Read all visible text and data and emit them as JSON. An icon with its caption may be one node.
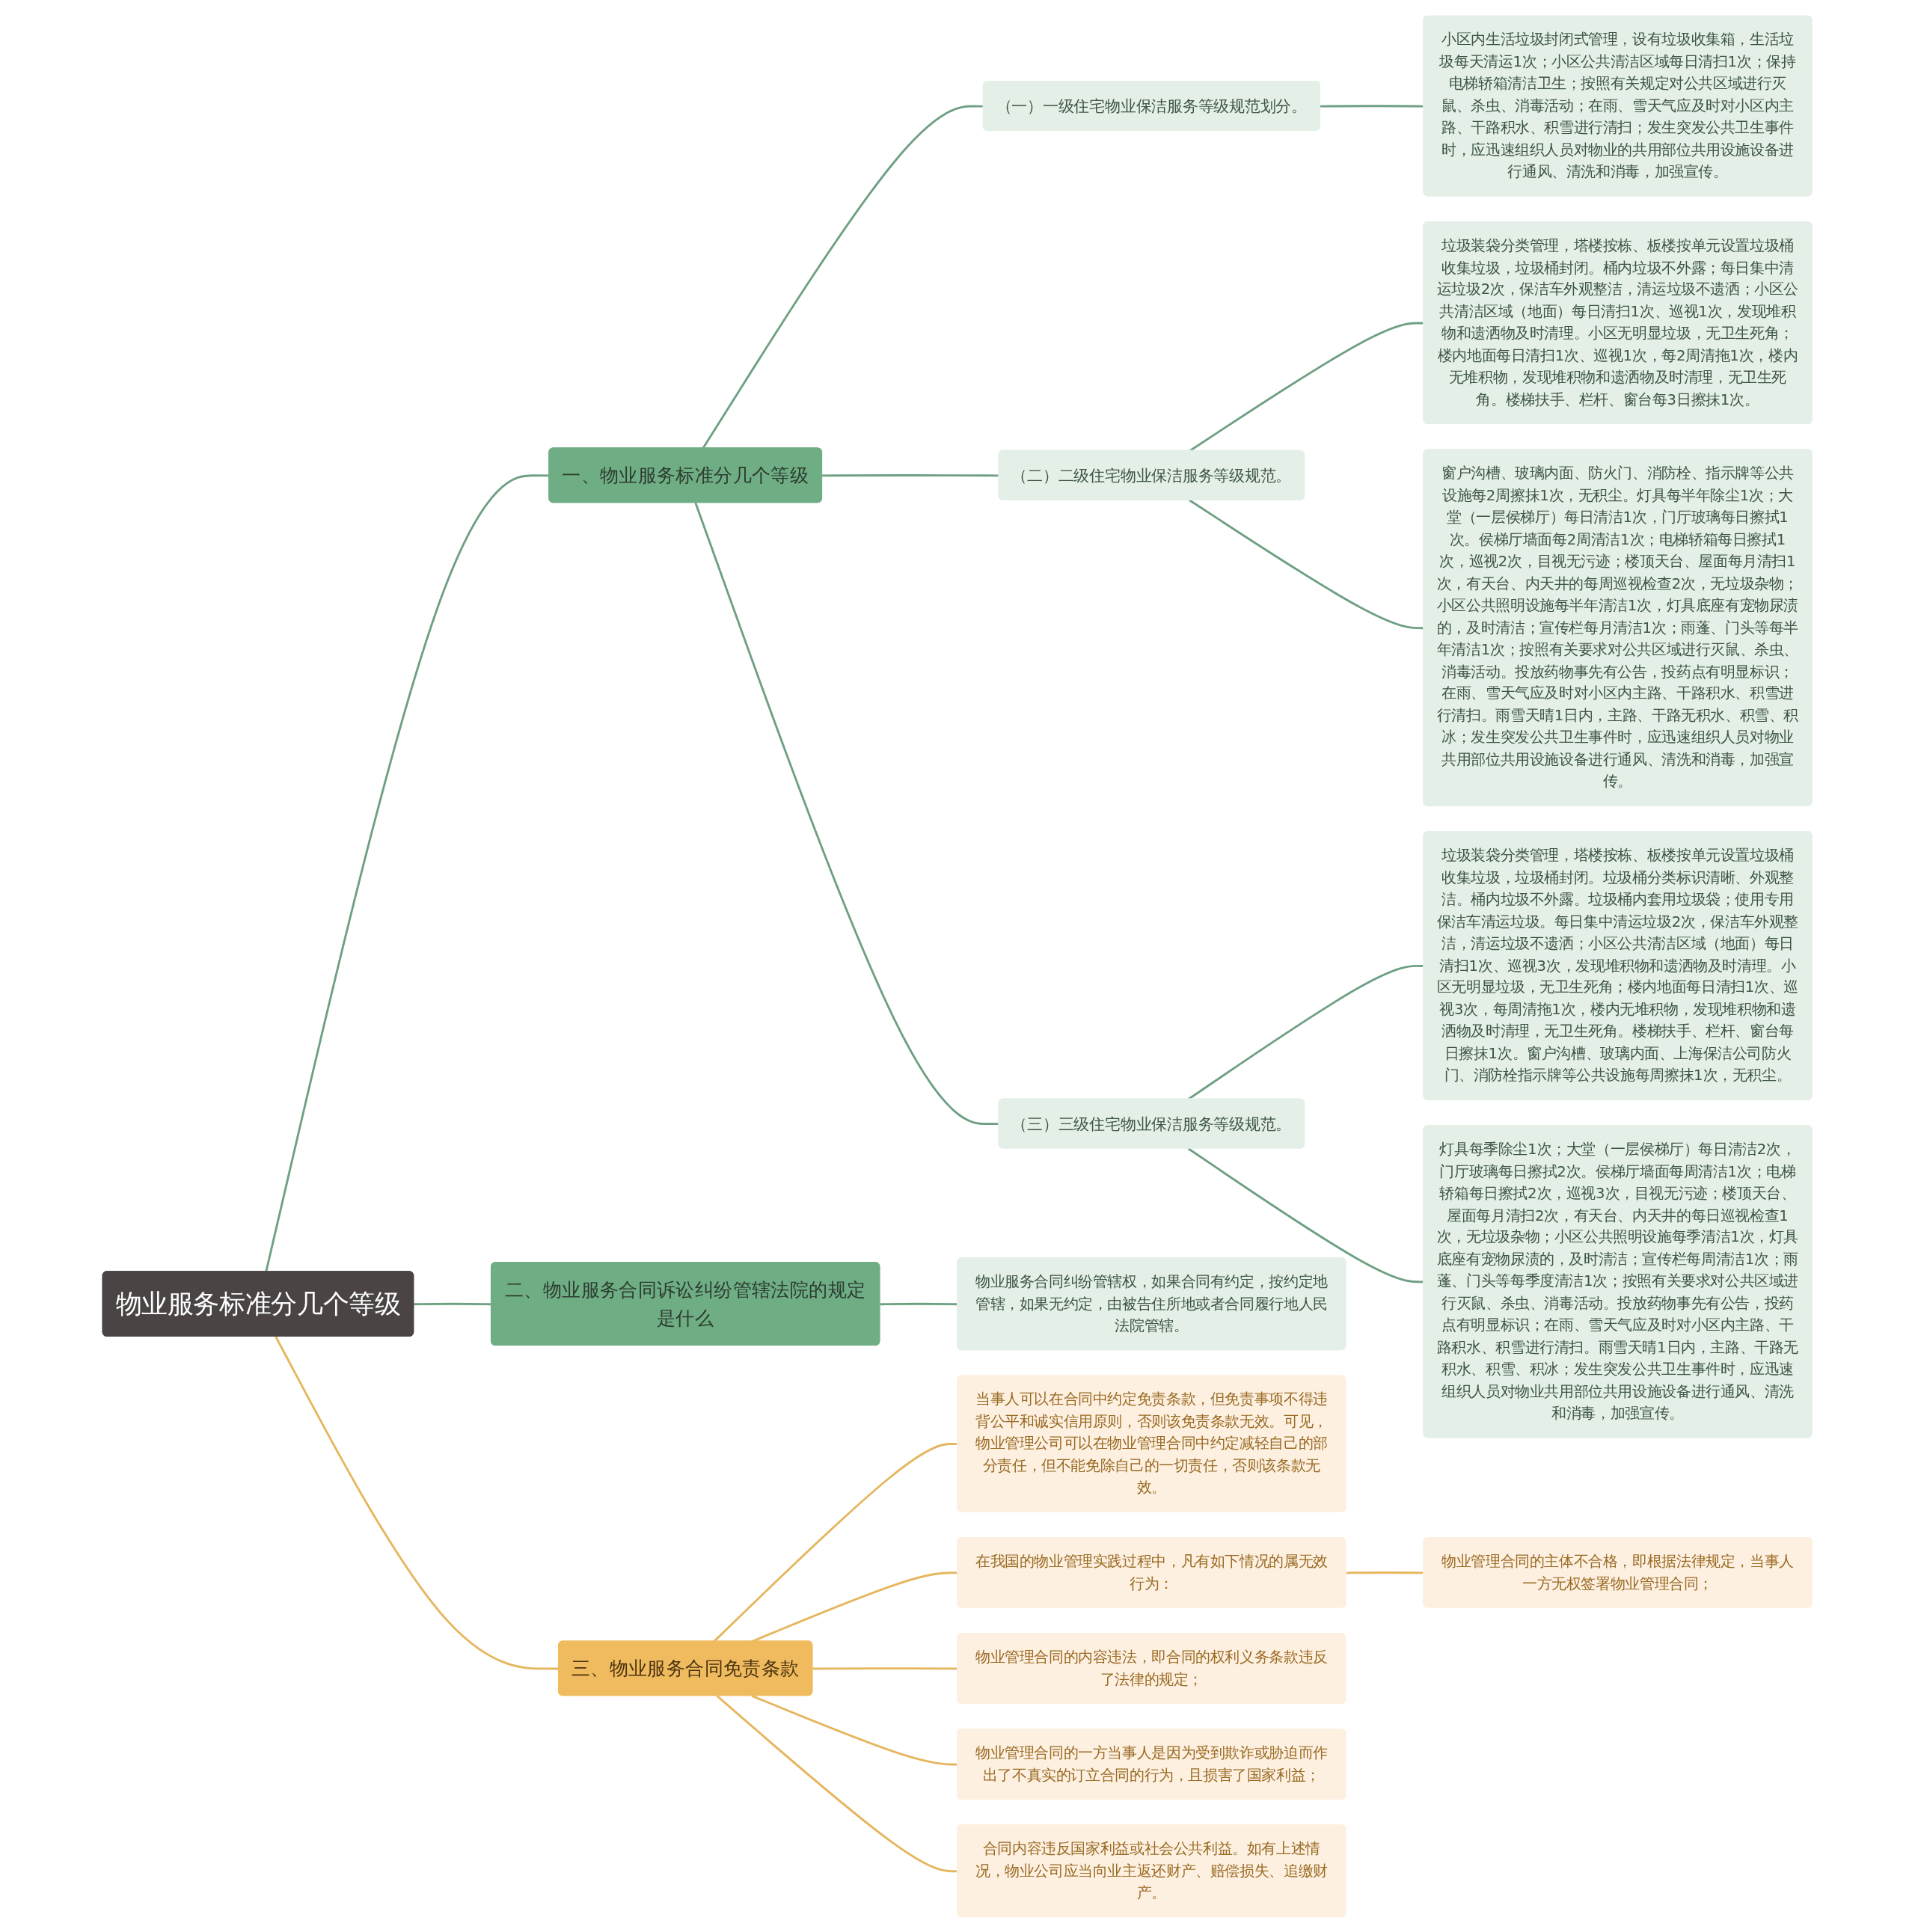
{
  "diagram": {
    "nodes": [
      {
        "text": [
          "物业服务标准分几个等级"
        ]
      },
      {
        "text": [
          "一、物业服务标准分几个等级"
        ]
      },
      {
        "text": [
          "（一）一级住宅物业保洁服务等级规范划分。"
        ]
      },
      {
        "text": [
          "小区内生活垃圾封闭式管理，设有垃圾收集箱，生活垃圾每天清运1次；小区公共清洁区域每日清扫1次；保持电梯轿箱清洁卫生；按照有关规定对公共区域进行灭鼠、杀虫、消毒活动；在雨、雪天气应及时对小区内主路、干路积水、积雪进行清扫；发生突发公共卫生事件时，应迅速组织人员对物业的共用部位共用设施设备进行通风、清洗和消毒，加强宣传。"
        ]
      },
      {
        "text": [
          "（二）二级住宅物业保洁服务等级规范。"
        ]
      },
      {
        "text": [
          "垃圾装袋分类管理，塔楼按栋、板楼按单元设置垃圾桶收集垃圾，垃圾桶封闭。桶内垃圾不外露；每日集中清运垃圾2次，保洁车外观整洁，清运垃圾不遗洒；小区公共清洁区域（地面）每日清扫1次、巡视1次，发现堆积物和遗洒物及时清理。小区无明显垃圾，无卫生死角；楼内地面每日清扫1次、巡视1次，每2周清拖1次，楼内无堆积物，发现堆积物和遗洒物及时清理，无卫生死角。楼梯扶手、栏杆、窗台每3日擦抹1次。"
        ]
      },
      {
        "text": [
          "窗户沟槽、玻璃内面、防火门、消防栓、指示牌等公共设施每2周擦抹1次，无积尘。灯具每半年除尘1次；大堂（一层侯梯厅）每日清洁1次，门厅玻璃每日擦拭1次。侯梯厅墙面每2周清洁1次；电梯轿箱每日擦拭1次，巡视2次，目视无污迹；楼顶天台、屋面每月清扫1次，有天台、内天井的每周巡视检查2次，无垃圾杂物；小区公共照明设施每半年清洁1次，灯具底座有宠物尿渍的，及时清洁；宣传栏每月清洁1次；雨蓬、门头等每半年清洁1次；按照有关要求对公共区域进行灭鼠、杀虫、消毒活动。投放药物事先有公告，投药点有明显标识；在雨、雪天气应及时对小区内主路、干路积水、积雪进行清扫。雨雪天晴1日内，主路、干路无积水、积雪、积冰；发生突发公共卫生事件时，应迅速组织人员对物业共用部位共用设施设备进行通风、清洗和消毒，加强宣传。"
        ]
      },
      {
        "text": [
          "（三）三级住宅物业保洁服务等级规范。"
        ]
      },
      {
        "text": [
          "垃圾装袋分类管理，塔楼按栋、板楼按单元设置垃圾桶收集垃圾，垃圾桶封闭。垃圾桶分类标识清晰、外观整洁。桶内垃圾不外露。垃圾桶内套用垃圾袋；使用专用保洁车清运垃圾。每日集中清运垃圾2次，保洁车外观整洁，清运垃圾不遗洒；小区公共清洁区域（地面）每日清扫1次、巡视3次，发现堆积物和遗洒物及时清理。小区无明显垃圾，无卫生死角；楼内地面每日清扫1次、巡视3次，每周清拖1次，楼内无堆积物，发现堆积物和遗洒物及时清理，无卫生死角。楼梯扶手、栏杆、窗台每日擦抹1次。窗户沟槽、玻璃内面、上海保洁公司防火门、消防栓指示牌等公共设施每周擦抹1次，无积尘。"
        ]
      },
      {
        "text": [
          "灯具每季除尘1次；大堂（一层侯梯厅）每日清洁2次，门厅玻璃每日擦拭2次。侯梯厅墙面每周清洁1次；电梯轿箱每日擦拭2次，巡视3次，目视无污迹；楼顶天台、屋面每月清扫2次，有天台、内天井的每日巡视检查1次，无垃圾杂物；小区公共照明设施每季清洁1次，灯具底座有宠物尿渍的，及时清洁；宣传栏每周清洁1次；雨蓬、门头等每季度清洁1次；按照有关要求对公共区域进行灭鼠、杀虫、消毒活动。投放药物事先有公告，投药点有明显标识；在雨、雪天气应及时对小区内主路、干路积水、积雪进行清扫。雨雪天晴1日内，主路、干路无积水、积雪、积冰；发生突发公共卫生事件时，应迅速组织人员对物业共用部位共用设施设备进行通风、清洗和消毒，加强宣传。"
        ]
      },
      {
        "text": [
          "二、物业服务合同诉讼纠纷管辖法院的规定是什么"
        ]
      },
      {
        "text": [
          "物业服务合同纠纷管辖权，如果合同有约定，按约定地管辖，如果无约定，由被告住所地或者合同履行地人民法院管辖。"
        ]
      },
      {
        "text": [
          "三、物业服务合同免责条款"
        ]
      },
      {
        "text": [
          "当事人可以在合同中约定免责条款，但免责事项不得违背公平和诚实信用原则，否则该免责条款无效。可见，物业管理公司可以在物业管理合同中约定减轻自己的部分责任，但不能免除自己的一切责任，否则该条款无效。"
        ]
      },
      {
        "text": [
          "在我国的物业管理实践过程中，凡有如下情况的属无效行为："
        ]
      },
      {
        "text": [
          "物业管理合同的主体不合格，即根据法律规定，当事人一方无权签署物业管理合同；"
        ]
      },
      {
        "text": [
          "物业管理合同的内容违法，即合同的权利义务条款违反了法律的规定；"
        ]
      },
      {
        "text": [
          "物业管理合同的一方当事人是因为受到欺诈或胁迫而作出了不真实的订立合同的行为，且损害了国家利益；"
        ]
      },
      {
        "text": [
          "合同内容违反国家利益或社会公共利益。如有上述情况，物业公司应当向业主返还财产、赔偿损失、追缴财产。"
        ]
      }
    ],
    "edges": [
      {
        "from": 0,
        "to": 1,
        "arrow": "none"
      },
      {
        "from": 1,
        "to": 2,
        "arrow": "none"
      },
      {
        "from": 2,
        "to": 3,
        "arrow": "none"
      },
      {
        "from": 1,
        "to": 4,
        "arrow": "none"
      },
      {
        "from": 4,
        "to": 5,
        "arrow": "none"
      },
      {
        "from": 4,
        "to": 6,
        "arrow": "none"
      },
      {
        "from": 1,
        "to": 7,
        "arrow": "none"
      },
      {
        "from": 7,
        "to": 8,
        "arrow": "none"
      },
      {
        "from": 7,
        "to": 9,
        "arrow": "none"
      },
      {
        "from": 0,
        "to": 10,
        "arrow": "none"
      },
      {
        "from": 10,
        "to": 11,
        "arrow": "none"
      },
      {
        "from": 0,
        "to": 12,
        "arrow": "none",
        "color": "#e6b65e"
      },
      {
        "from": 12,
        "to": 13,
        "arrow": "none",
        "color": "#e6b65e"
      },
      {
        "from": 12,
        "to": 14,
        "arrow": "none",
        "color": "#e6b65e"
      },
      {
        "from": 14,
        "to": 15,
        "arrow": "none",
        "color": "#e6b65e"
      },
      {
        "from": 12,
        "to": 16,
        "arrow": "none",
        "color": "#e6b65e"
      },
      {
        "from": 12,
        "to": 17,
        "arrow": "none",
        "color": "#e6b65e"
      },
      {
        "from": 12,
        "to": 18,
        "arrow": "none",
        "color": "#e6b65e"
      }
    ]
  }
}
